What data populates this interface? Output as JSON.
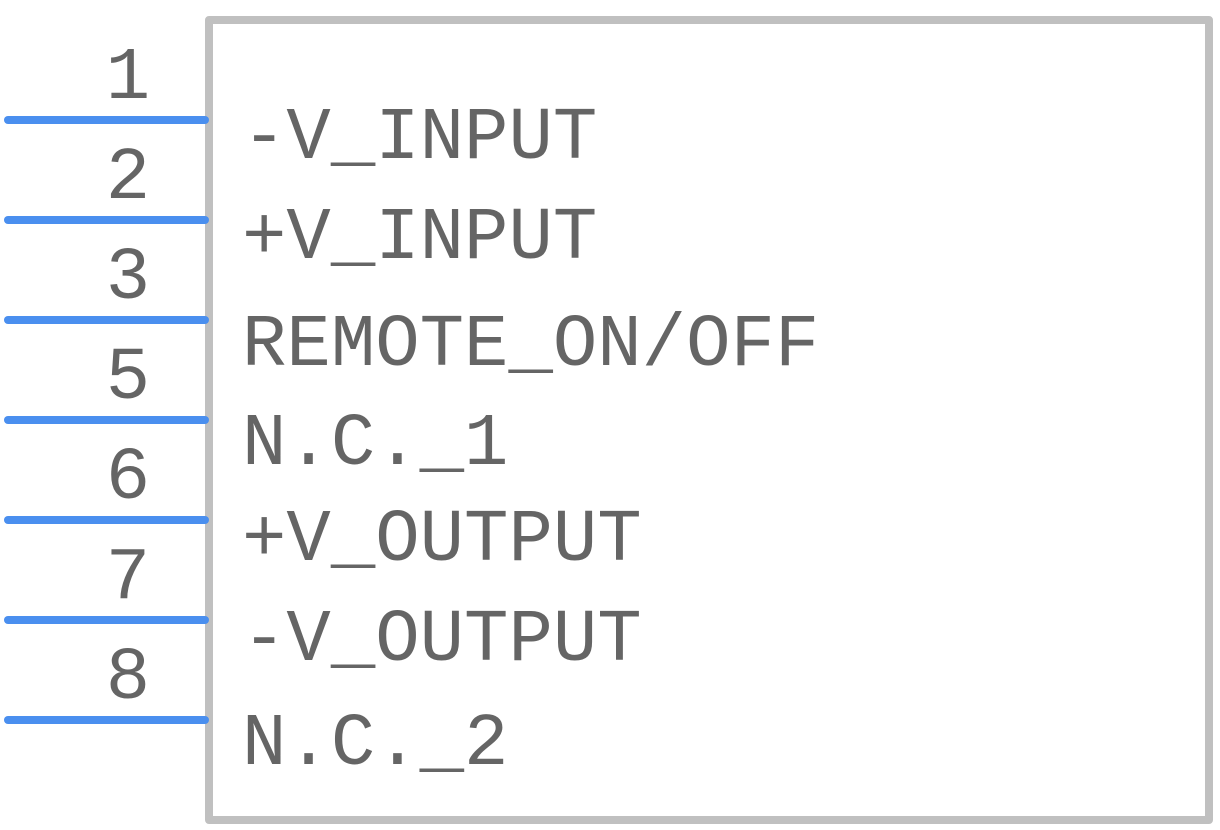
{
  "component": {
    "body_color": "#c0c0c0",
    "pin_color": "#4a8fef",
    "text_color": "#656565",
    "pins": [
      {
        "number": "1",
        "name": "-V_INPUT"
      },
      {
        "number": "2",
        "name": "+V_INPUT"
      },
      {
        "number": "3",
        "name": "REMOTE_ON/OFF"
      },
      {
        "number": "5",
        "name": "N.C._1"
      },
      {
        "number": "6",
        "name": "+V_OUTPUT"
      },
      {
        "number": "7",
        "name": "-V_OUTPUT"
      },
      {
        "number": "8",
        "name": "N.C._2"
      }
    ]
  }
}
